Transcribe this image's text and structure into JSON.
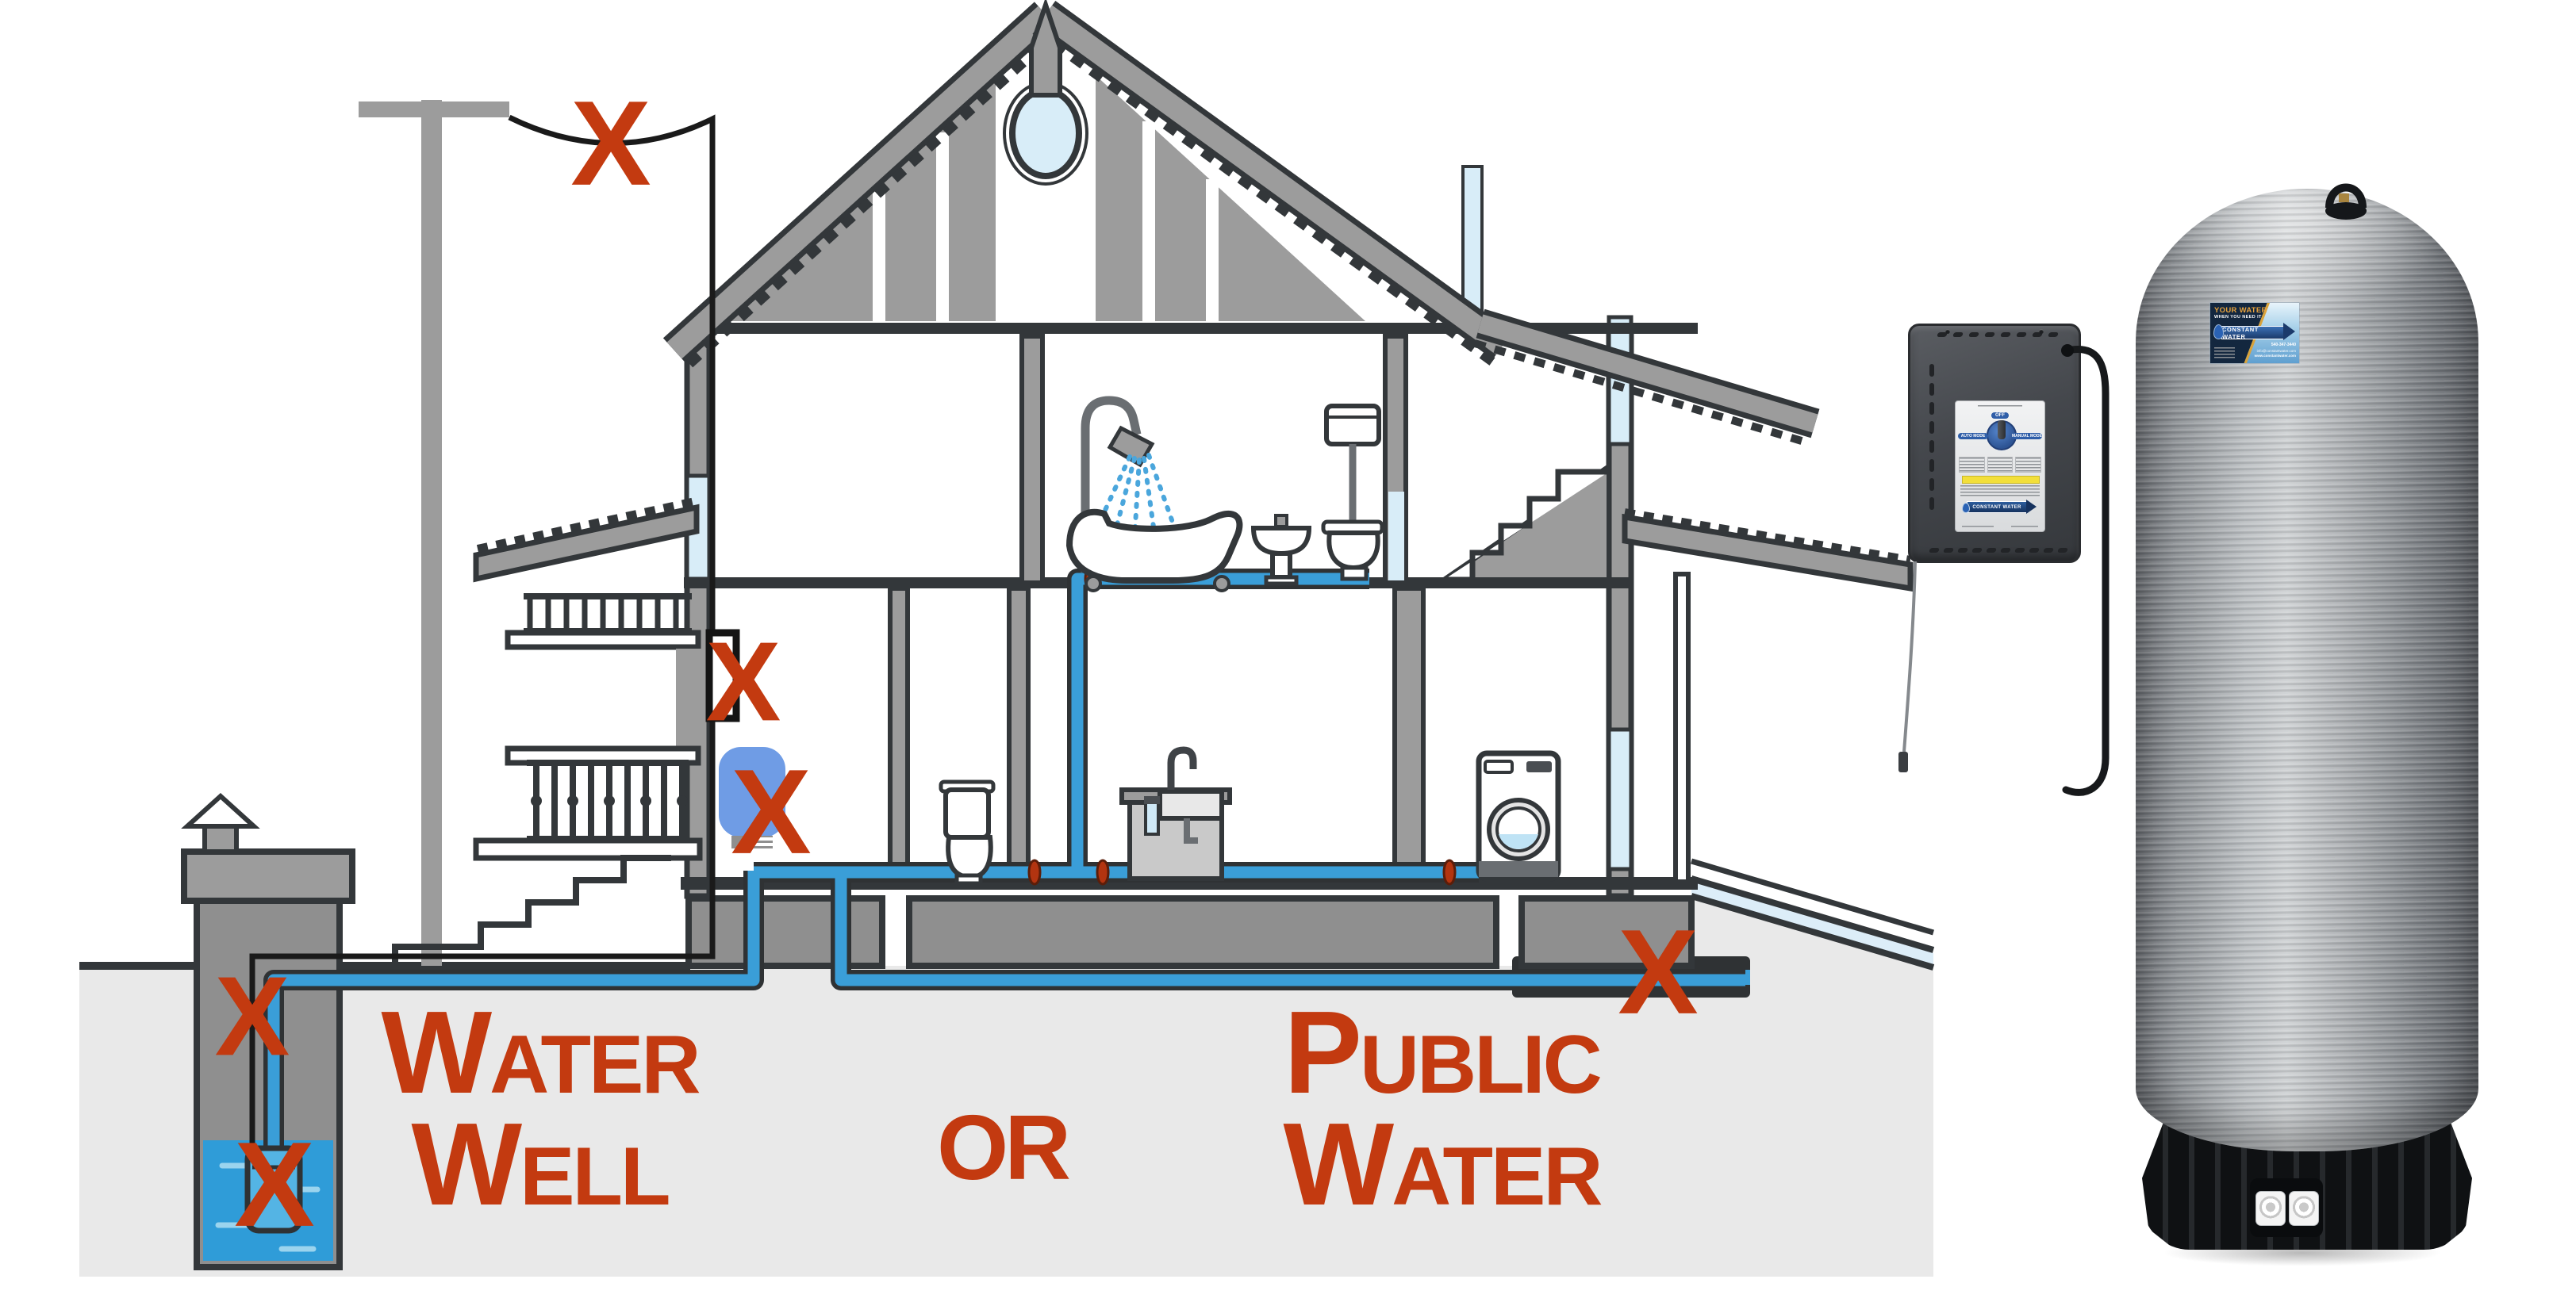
{
  "diagram_labels": {
    "source_left_line1": "Water",
    "source_left_line2": "Well",
    "conjunction": "or",
    "source_right_line1": "Public",
    "source_right_line2": "Water"
  },
  "x_mark": {
    "glyph": "X"
  },
  "control_unit": {
    "off_label": "OFF",
    "auto_label": "AUTO MODE",
    "manual_label": "MANUAL MODE",
    "brand": "CONSTANT WATER"
  },
  "tank": {
    "label": {
      "headline": "YOUR WATER",
      "tagline": "WHEN YOU NEED IT",
      "brand": "CONSTANT WATER",
      "phone": "540-347-3440",
      "email": "info@constantwater.com",
      "website": "www.constantwater.com"
    }
  },
  "colors": {
    "accent_red": "#c33a10",
    "pipe_blue": "#3a9ed8",
    "water_blue": "#2f9cd8",
    "pressure_tank_blue": "#6f9ce5",
    "window_blue": "#d8edf8",
    "soil_gray": "#e9e9e9",
    "wall_gray": "#9c9c9c",
    "outline_gray": "#33373a",
    "label_navy": "#13273f",
    "label_gold": "#e8a33d",
    "knob_blue": "#2d5494",
    "caution_yellow": "#f2df3a"
  }
}
